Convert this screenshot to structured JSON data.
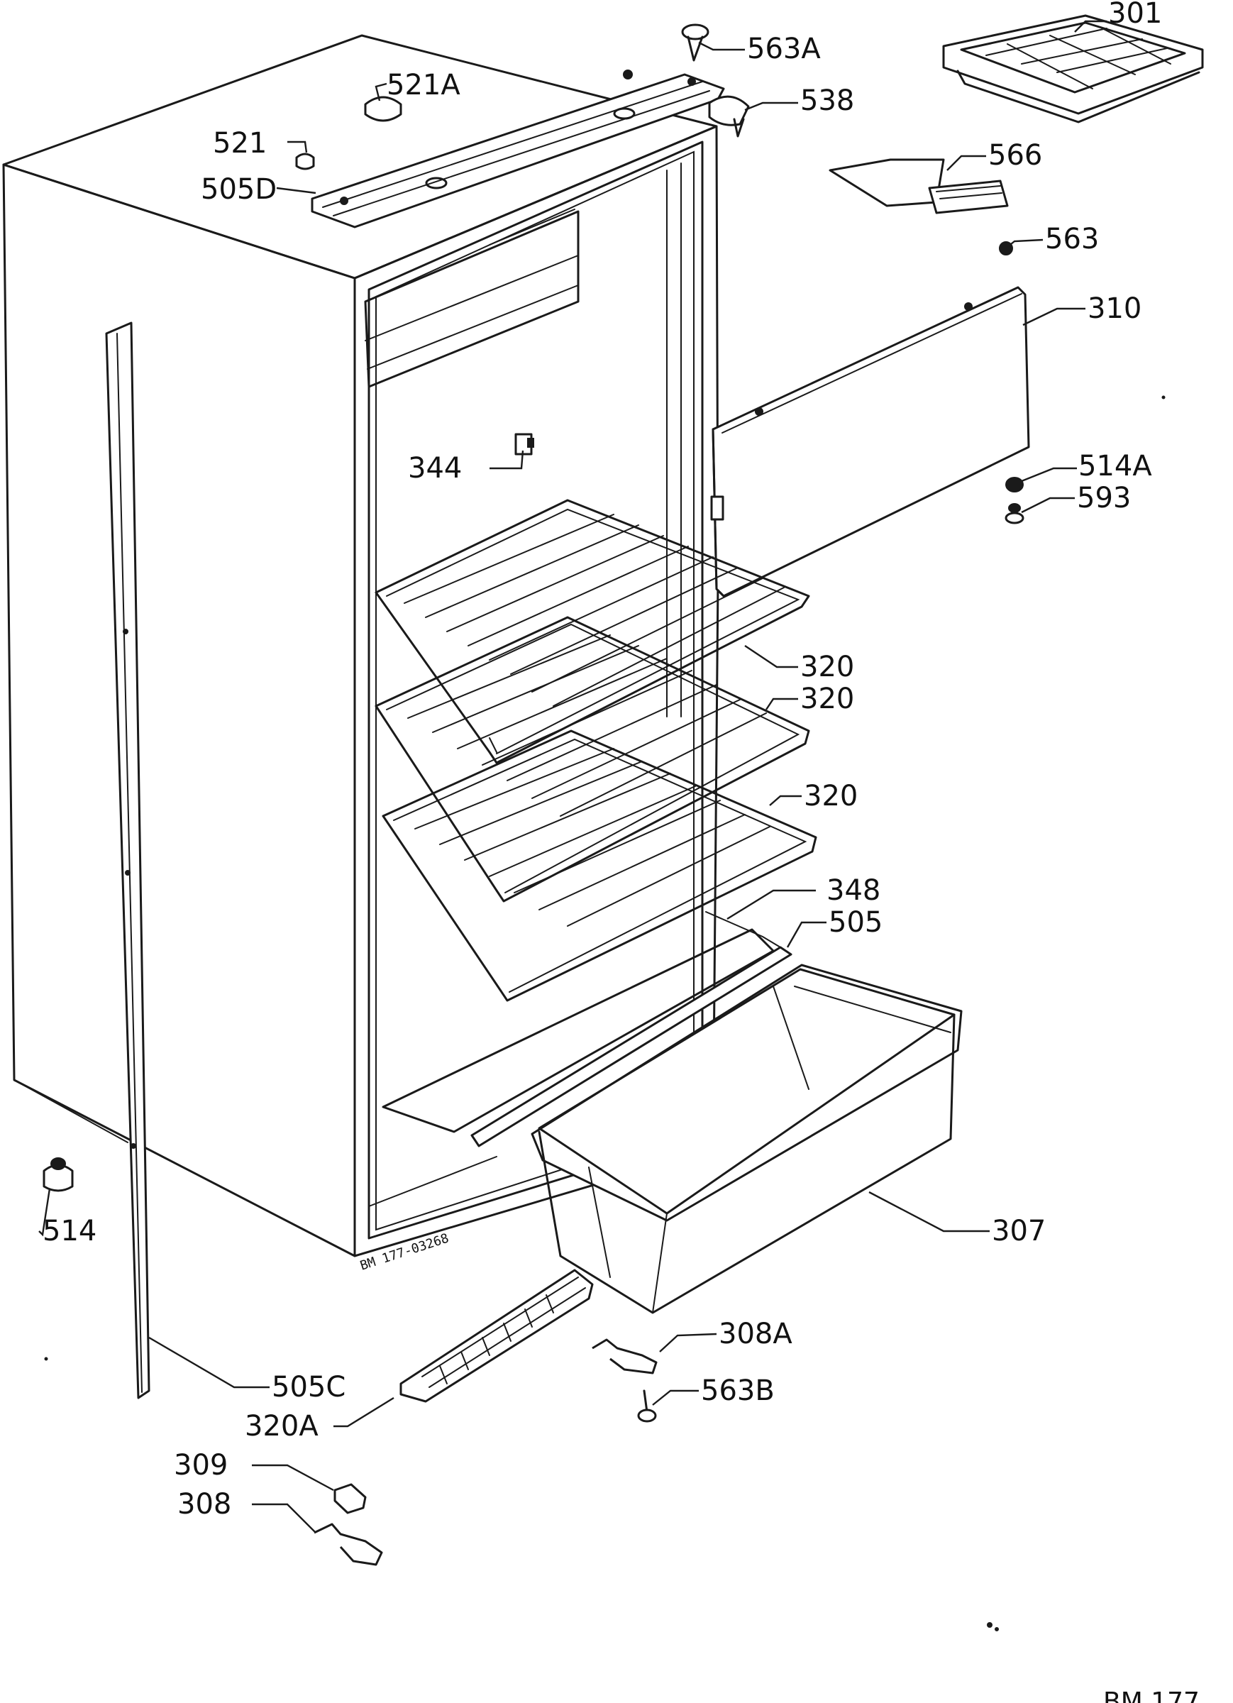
{
  "labels": {
    "p301": "301",
    "p563A": "563A",
    "p538": "538",
    "p521A": "521A",
    "p521": "521",
    "p505D": "505D",
    "p566": "566",
    "p563": "563",
    "p310": "310",
    "p344": "344",
    "p514A": "514A",
    "p593": "593",
    "p320a": "320",
    "p320b": "320",
    "p320c": "320",
    "p348": "348",
    "p505": "505",
    "p307": "307",
    "p514": "514",
    "p308A": "308A",
    "p563B": "563B",
    "p505C": "505C",
    "p320A": "320A",
    "p309": "309",
    "p308": "308"
  },
  "stamp": "BM 177-03268",
  "corner_code": "BM 177"
}
